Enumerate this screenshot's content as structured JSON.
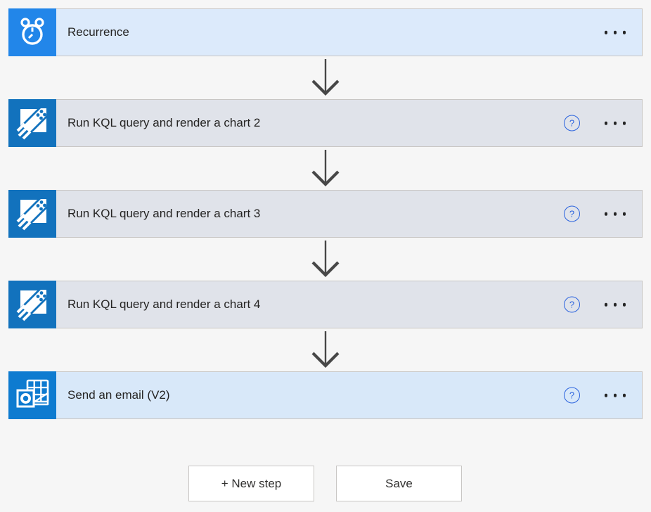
{
  "workflow": {
    "steps": [
      {
        "title": "Recurrence",
        "icon": "alarm-clock-icon",
        "has_help": false
      },
      {
        "title": "Run KQL query and render a chart 2",
        "icon": "azure-data-explorer-icon",
        "has_help": true
      },
      {
        "title": "Run KQL query and render a chart 3",
        "icon": "azure-data-explorer-icon",
        "has_help": true
      },
      {
        "title": "Run KQL query and render a chart 4",
        "icon": "azure-data-explorer-icon",
        "has_help": true
      },
      {
        "title": "Send an email (V2)",
        "icon": "outlook-icon",
        "has_help": true
      }
    ]
  },
  "icons": {
    "help_glyph": "?",
    "more_options": "ellipsis-icon",
    "connector": "arrow-down-icon"
  },
  "footer": {
    "new_step_label": "+ New step",
    "save_label": "Save"
  },
  "colors": {
    "page_bg": "#F6F6F6",
    "card_border": "#C8C6C4",
    "trigger_card_bg": "#DCEAFB",
    "action_card_bg": "#E0E3EA",
    "email_card_bg": "#D8E8F9",
    "recurrence_icon_bg": "#2286E9",
    "kql_icon_bg": "#1272BD",
    "outlook_icon_bg": "#0E7BD0",
    "help_accent": "#2B63DE",
    "arrow_color": "#474747",
    "title_text": "#252423"
  }
}
